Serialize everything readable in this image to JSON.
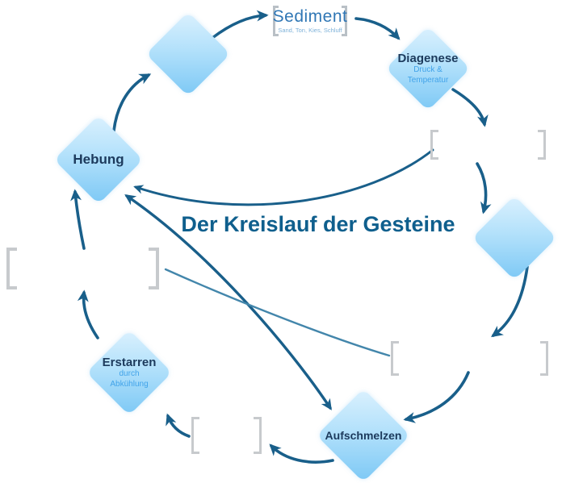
{
  "title": "Der Kreislauf der Gesteine",
  "sediment": {
    "label": "Sediment",
    "sublabel": "Sand, Ton, Kies, Schluff"
  },
  "nodes": [
    {
      "id": "rock-top-left",
      "label": "",
      "sublabel": ""
    },
    {
      "id": "diagenese",
      "label": "Diagenese",
      "sublabel": "Druck &\nTemperatur"
    },
    {
      "id": "hebung",
      "label": "Hebung",
      "sublabel": ""
    },
    {
      "id": "rock-right",
      "label": "",
      "sublabel": ""
    },
    {
      "id": "erstarren",
      "label": "Erstarren",
      "sublabel": "durch Abkühlung"
    },
    {
      "id": "aufschmelzen",
      "label": "Aufschmelzen",
      "sublabel": ""
    }
  ],
  "placeholders": [
    {
      "id": "placeholder-right-upper",
      "label": ""
    },
    {
      "id": "placeholder-left-middle",
      "label": ""
    },
    {
      "id": "placeholder-right-lower",
      "label": ""
    },
    {
      "id": "placeholder-bottom",
      "label": ""
    }
  ],
  "colors": {
    "arrow": "#195f8a",
    "arrow_thin_connector": "#4386ab",
    "bracket": "#c7cacd",
    "title": "#0f5f8d",
    "node_label": "#1c3a5c",
    "node_sublabel": "#41a3e9",
    "sediment_label": "#3077b5",
    "sediment_sublabel": "#7fb2d9",
    "diamond_gradient_light": "#dbf1fe",
    "diamond_gradient_dark": "#7cc8f5"
  }
}
